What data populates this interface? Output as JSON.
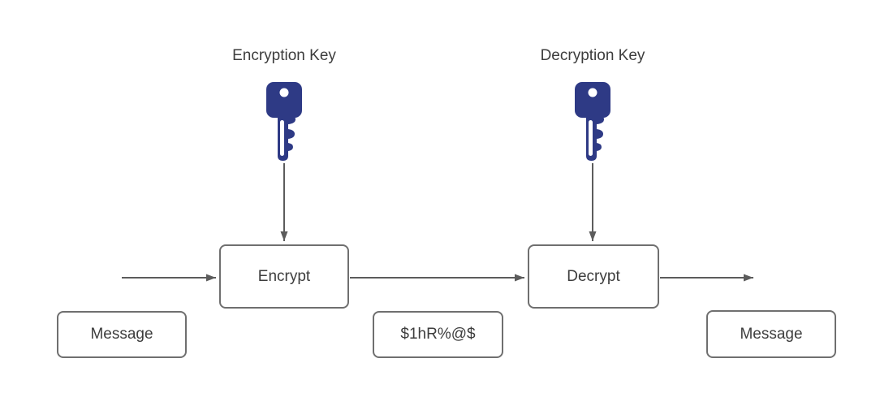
{
  "diagram": {
    "labels": {
      "encryption_key": "Encryption Key",
      "decryption_key": "Decryption Key"
    },
    "nodes": {
      "encrypt": "Encrypt",
      "decrypt": "Decrypt",
      "message_in": "Message",
      "ciphertext": "$1hR%@$",
      "message_out": "Message"
    },
    "icons": {
      "encryption_key": "key-icon",
      "decryption_key": "key-icon"
    },
    "colors": {
      "key_fill": "#2e3a85",
      "key_hole": "#ffffff",
      "line": "#5c5c5c",
      "box_border": "#6f6f6f",
      "text": "#3d3d3d",
      "background": "#ffffff"
    }
  }
}
